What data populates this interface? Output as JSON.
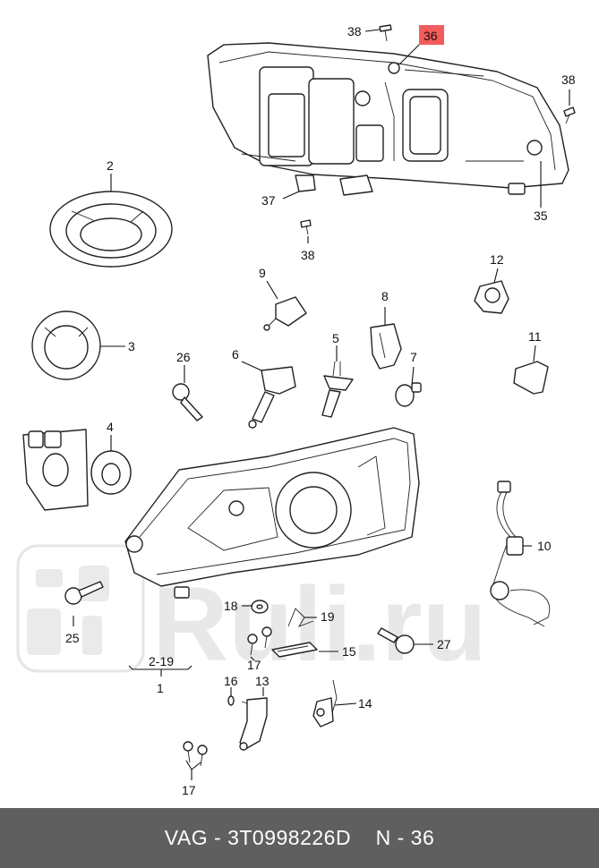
{
  "watermark": {
    "text": "Ruli.ru"
  },
  "highlight_color": "#f25c5c",
  "callouts": {
    "c38a": "38",
    "c36": "36",
    "c38b": "38",
    "c2": "2",
    "c37": "37",
    "c35": "35",
    "c38c": "38",
    "c9": "9",
    "c12": "12",
    "c8": "8",
    "c3": "3",
    "c5": "5",
    "c11": "11",
    "c26": "26",
    "c6": "6",
    "c7": "7",
    "c4": "4",
    "c10": "10",
    "c18": "18",
    "c19": "19",
    "c15": "15",
    "c27": "27",
    "c25": "25",
    "c17a": "17",
    "c219": "2-19",
    "c1": "1",
    "c16": "16",
    "c13": "13",
    "c14": "14",
    "c17b": "17"
  },
  "footer": {
    "brand": "VAG",
    "part_number": "3T0998226D",
    "ref": "N - 36"
  }
}
